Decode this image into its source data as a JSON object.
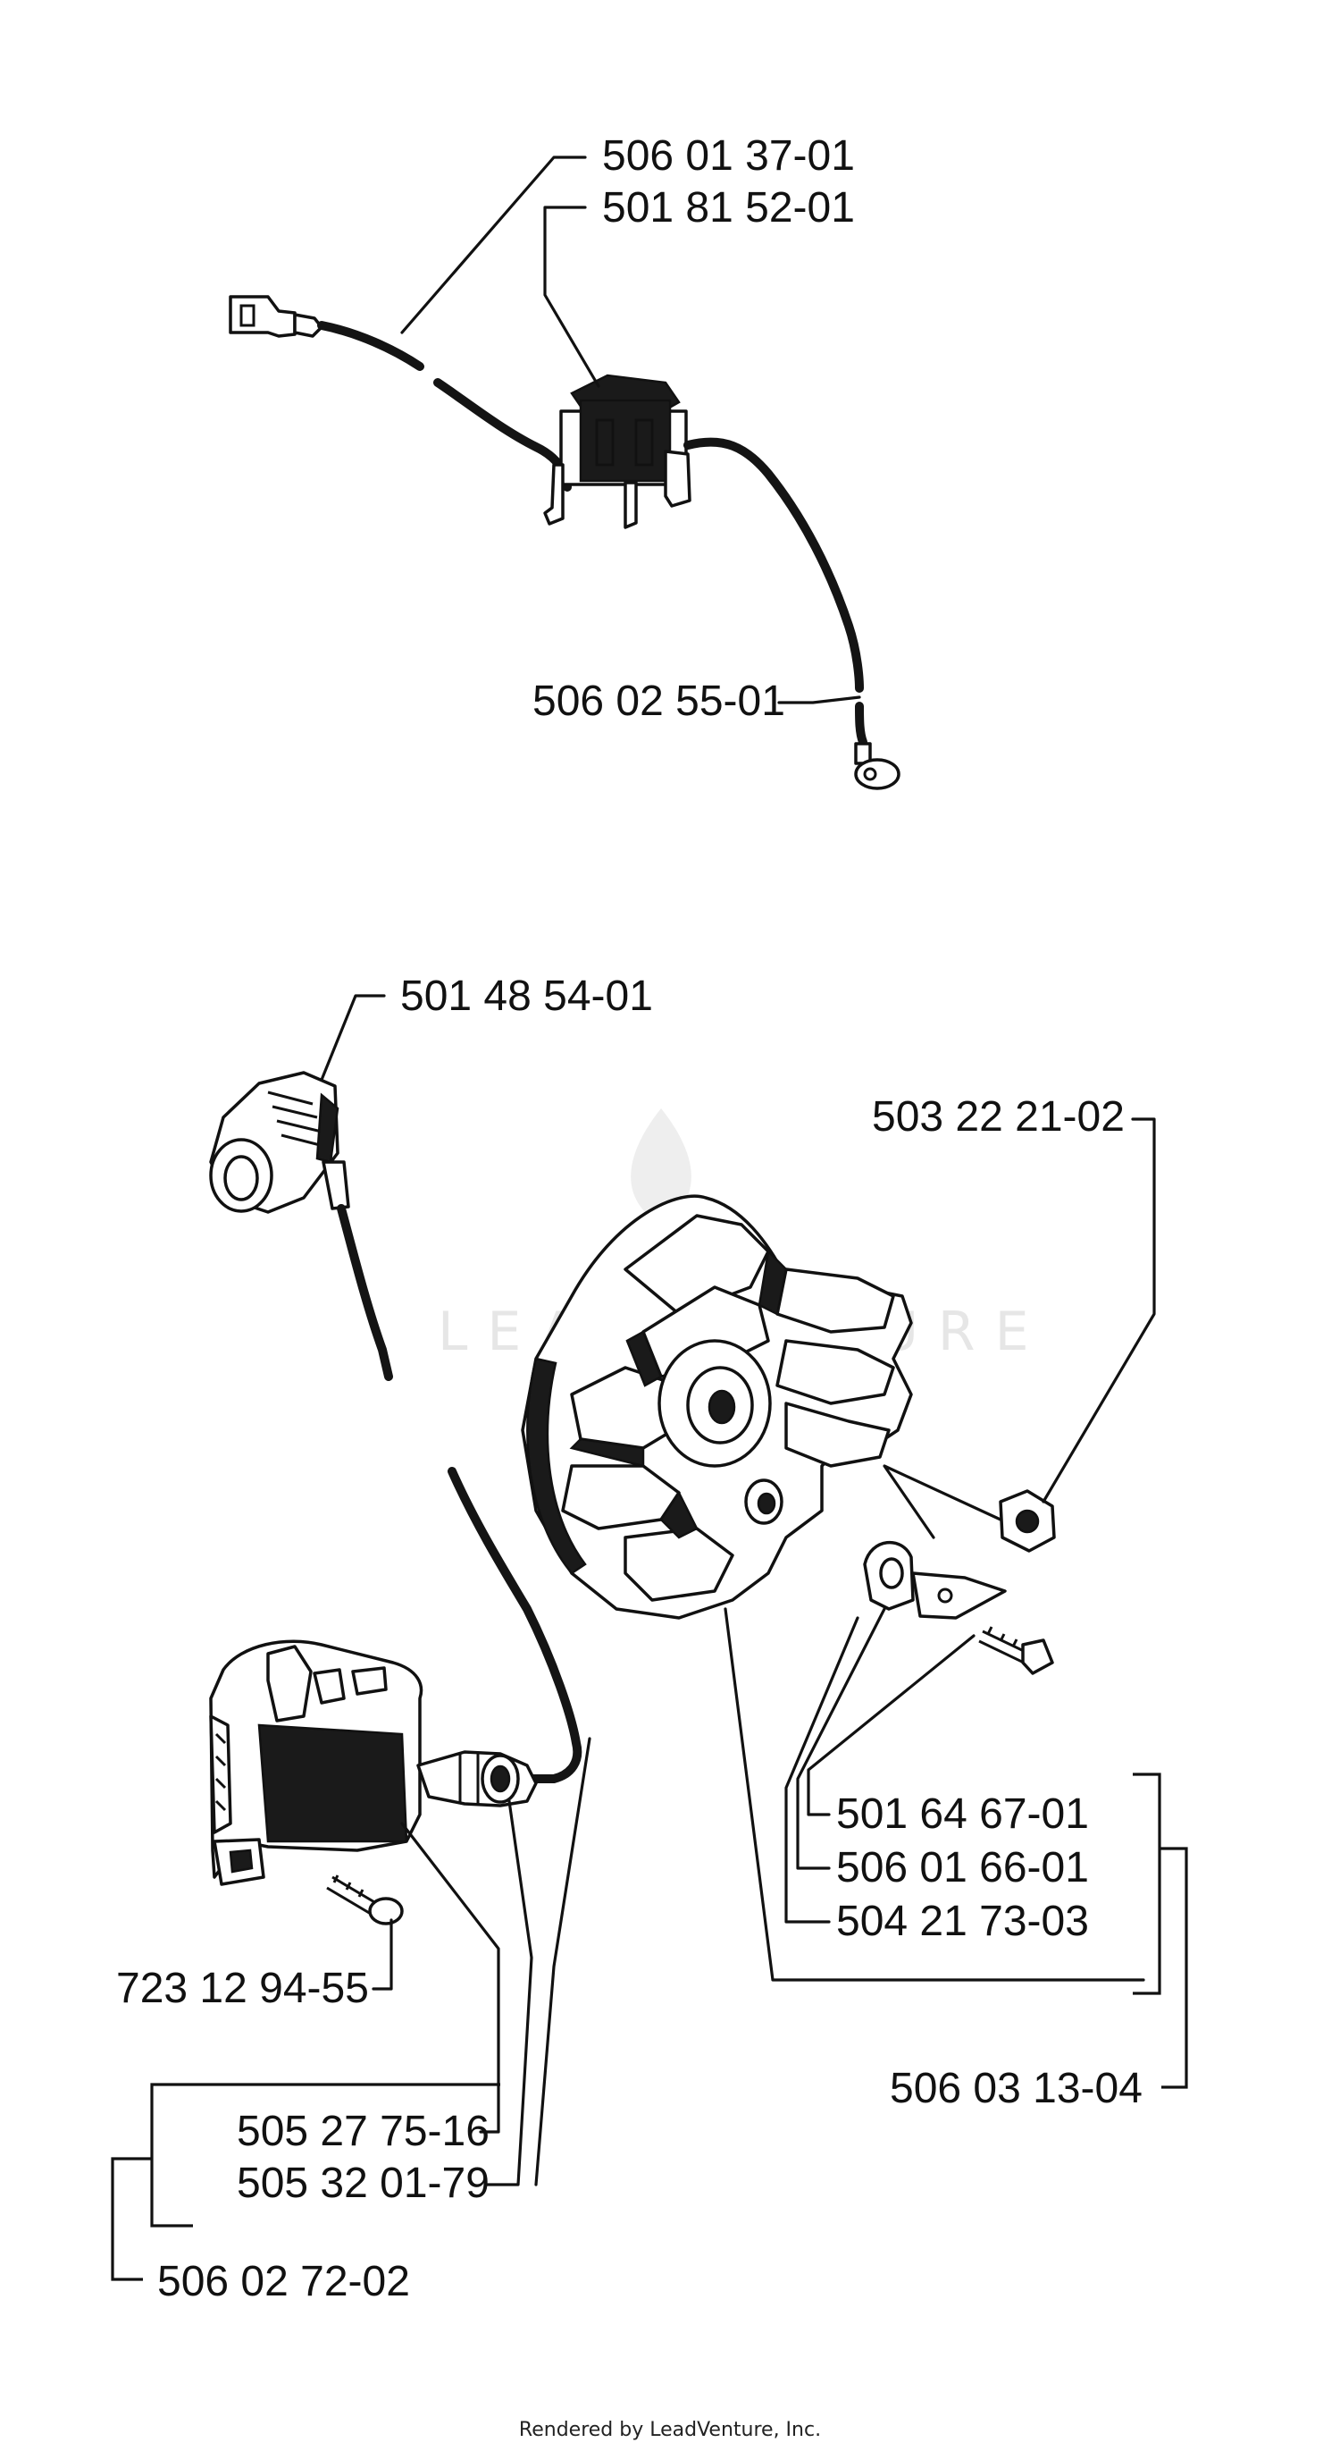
{
  "watermark": {
    "text": "LEADVENTURE"
  },
  "part_numbers": {
    "p_506_01_37_01": "506 01 37-01",
    "p_501_81_52_01": "501 81 52-01",
    "p_506_02_55_01": "506 02 55-01",
    "p_501_48_54_01": "501 48 54-01",
    "p_503_22_21_02": "503 22 21-02",
    "p_501_64_67_01": "501 64 67-01",
    "p_506_01_66_01": "506 01 66-01",
    "p_504_21_73_03": "504 21 73-03",
    "p_506_03_13_04": "506 03 13-04",
    "p_723_12_94_55": "723 12 94-55",
    "p_505_27_75_16": "505 27 75-16",
    "p_505_32_01_79": "505 32 01-79",
    "p_506_02_72_02": "506 02 72-02"
  },
  "footer": {
    "rendered_by": "Rendered by LeadVenture, Inc."
  }
}
